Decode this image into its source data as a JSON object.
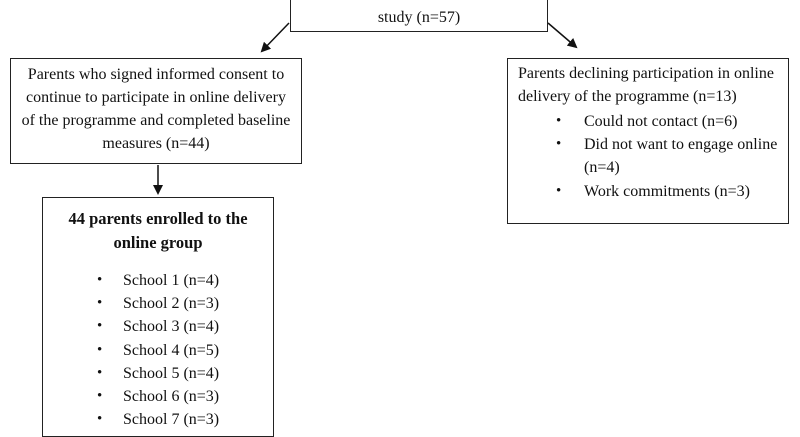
{
  "top_box": {
    "text": "study (n=57)"
  },
  "left_box": {
    "text": "Parents who signed informed consent to continue to participate in online delivery of the programme and completed baseline measures (n=44)"
  },
  "right_box": {
    "heading": "Parents declining participation in online delivery of the programme (n=13)",
    "items": [
      "Could not contact (n=6)",
      "Did not want to engage online (n=4)",
      "Work commitments (n=3)"
    ]
  },
  "bottom_box": {
    "title": "44 parents enrolled to the online group",
    "items": [
      "School 1 (n=4)",
      "School 2 (n=3)",
      "School 3 (n=4)",
      "School 4 (n=5)",
      "School 5 (n=4)",
      "School 6 (n=3)",
      "School 7 (n=3)"
    ]
  }
}
